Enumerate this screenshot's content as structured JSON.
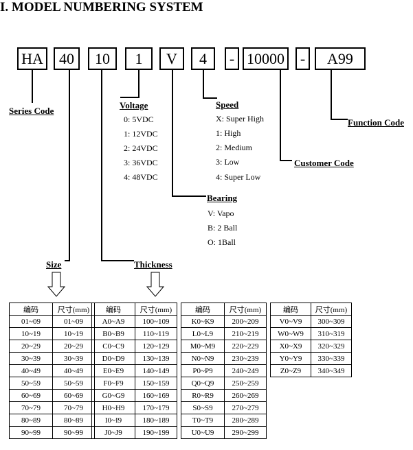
{
  "title": "I.  MODEL NUMBERING SYSTEM",
  "code_boxes": [
    "HA",
    "40",
    "10",
    "1",
    "V",
    "4",
    "-",
    "10000",
    "-",
    "A99"
  ],
  "series_code": {
    "heading": "Series Code"
  },
  "size": {
    "heading": "Size"
  },
  "thickness": {
    "heading": "Thickness"
  },
  "voltage": {
    "heading": "Voltage",
    "options": [
      "0: 5VDC",
      "1: 12VDC",
      "2: 24VDC",
      "3: 36VDC",
      "4: 48VDC"
    ]
  },
  "bearing": {
    "heading": "Bearing",
    "options": [
      "V: Vapo",
      "B: 2 Ball",
      "O: 1Ball"
    ]
  },
  "speed": {
    "heading": "Speed",
    "options": [
      "X: Super High",
      "1: High",
      "2: Medium",
      "3: Low",
      "4:  Super Low"
    ]
  },
  "customer_code": {
    "heading": "Customer Code"
  },
  "function_code": {
    "heading": "Function Code"
  },
  "tables": [
    {
      "headers": [
        "编码",
        "尺寸(mm)"
      ],
      "rows": [
        [
          "01~09",
          "01~09"
        ],
        [
          "10~19",
          "10~19"
        ],
        [
          "20~29",
          "20~29"
        ],
        [
          "30~39",
          "30~39"
        ],
        [
          "40~49",
          "40~49"
        ],
        [
          "50~59",
          "50~59"
        ],
        [
          "60~69",
          "60~69"
        ],
        [
          "70~79",
          "70~79"
        ],
        [
          "80~89",
          "80~89"
        ],
        [
          "90~99",
          "90~99"
        ]
      ]
    },
    {
      "headers": [
        "编码",
        "尺寸(mm)"
      ],
      "rows": [
        [
          "A0~A9",
          "100~109"
        ],
        [
          "B0~B9",
          "110~119"
        ],
        [
          "C0~C9",
          "120~129"
        ],
        [
          "D0~D9",
          "130~139"
        ],
        [
          "E0~E9",
          "140~149"
        ],
        [
          "F0~F9",
          "150~159"
        ],
        [
          "G0~G9",
          "160~169"
        ],
        [
          "H0~H9",
          "170~179"
        ],
        [
          "I0~I9",
          "180~189"
        ],
        [
          "J0~J9",
          "190~199"
        ]
      ]
    },
    {
      "headers": [
        "编码",
        "尺寸(mm)"
      ],
      "rows": [
        [
          "K0~K9",
          "200~209"
        ],
        [
          "L0~L9",
          "210~219"
        ],
        [
          "M0~M9",
          "220~229"
        ],
        [
          "N0~N9",
          "230~239"
        ],
        [
          "P0~P9",
          "240~249"
        ],
        [
          "Q0~Q9",
          "250~259"
        ],
        [
          "R0~R9",
          "260~269"
        ],
        [
          "S0~S9",
          "270~279"
        ],
        [
          "T0~T9",
          "280~289"
        ],
        [
          "U0~U9",
          "290~299"
        ]
      ]
    },
    {
      "headers": [
        "编码",
        "尺寸(mm)"
      ],
      "rows": [
        [
          "V0~V9",
          "300~309"
        ],
        [
          "W0~W9",
          "310~319"
        ],
        [
          "X0~X9",
          "320~329"
        ],
        [
          "Y0~Y9",
          "330~339"
        ],
        [
          "Z0~Z9",
          "340~349"
        ]
      ]
    }
  ]
}
